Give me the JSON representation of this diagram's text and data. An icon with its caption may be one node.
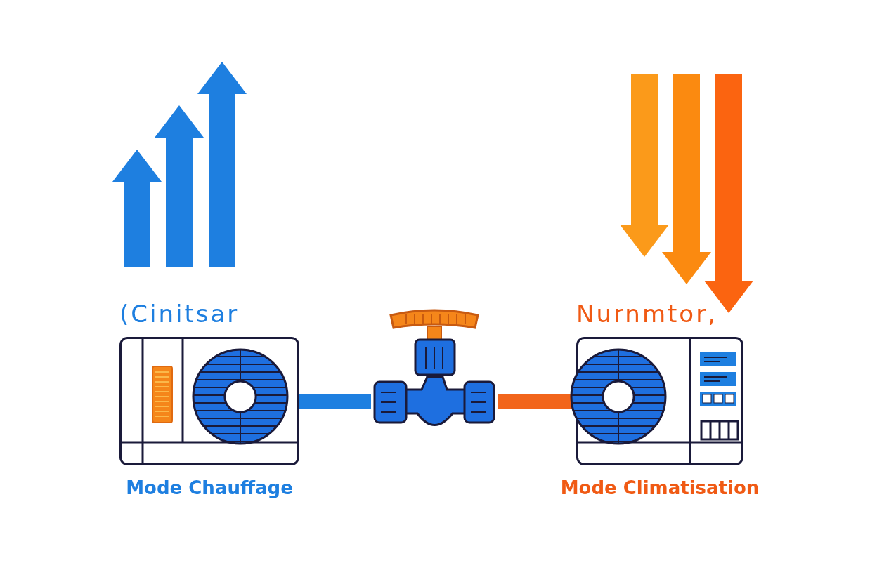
{
  "diagram": {
    "nodes": [
      {
        "text": [
          "(Cinitsar"
        ],
        "beside": [
          "Mode Chauffage"
        ]
      },
      {
        "text": [],
        "shape": "picture"
      },
      {
        "text": [
          "Nurnmtor,"
        ],
        "beside": [
          "Mode Climatisation"
        ]
      }
    ],
    "edges": [
      {
        "from": 0,
        "to": 1,
        "arrow": "none",
        "color": "#1e7fe0"
      },
      {
        "from": 1,
        "to": 2,
        "arrow": "none",
        "color": "#f2651b"
      }
    ]
  }
}
